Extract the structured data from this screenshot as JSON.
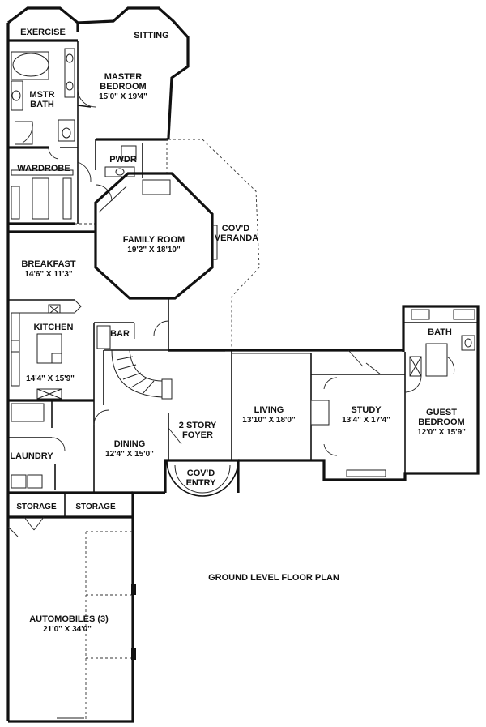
{
  "plan_title": "GROUND LEVEL FLOOR PLAN",
  "rooms": {
    "exercise": {
      "name": "EXERCISE"
    },
    "sitting": {
      "name": "SITTING"
    },
    "master_bedroom": {
      "name_line1": "MASTER",
      "name_line2": "BEDROOM",
      "size": "15'0\" X 19'4\""
    },
    "mstr_bath": {
      "name_line1": "MSTR",
      "name_line2": "BATH"
    },
    "wardrobe": {
      "name": "WARDROBE"
    },
    "pwdr": {
      "name": "PWDR"
    },
    "family_room": {
      "name": "FAMILY ROOM",
      "size": "19'2\" X 18'10\""
    },
    "veranda": {
      "name_line1": "COV'D",
      "name_line2": "VERANDA"
    },
    "breakfast": {
      "name": "BREAKFAST",
      "size": "14'6\" X 11'3\""
    },
    "kitchen": {
      "name": "KITCHEN",
      "size": "14'4\" X 15'9\""
    },
    "bar": {
      "name": "BAR"
    },
    "bath": {
      "name": "BATH"
    },
    "living": {
      "name": "LIVING",
      "size": "13'10\" X 18'0\""
    },
    "study": {
      "name": "STUDY",
      "size": "13'4\" X 17'4\""
    },
    "guest_bedroom": {
      "name_line1": "GUEST",
      "name_line2": "BEDROOM",
      "size": "12'0\" X 15'9\""
    },
    "foyer": {
      "name_line1": "2 STORY",
      "name_line2": "FOYER"
    },
    "dining": {
      "name": "DINING",
      "size": "12'4\" X 15'0\""
    },
    "entry": {
      "name_line1": "COV'D",
      "name_line2": "ENTRY"
    },
    "laundry": {
      "name": "LAUNDRY"
    },
    "storage_1": {
      "name": "STORAGE"
    },
    "storage_2": {
      "name": "STORAGE"
    },
    "automobiles": {
      "name": "AUTOMOBILES (3)",
      "size": "21'0\" X 34'0\""
    }
  }
}
